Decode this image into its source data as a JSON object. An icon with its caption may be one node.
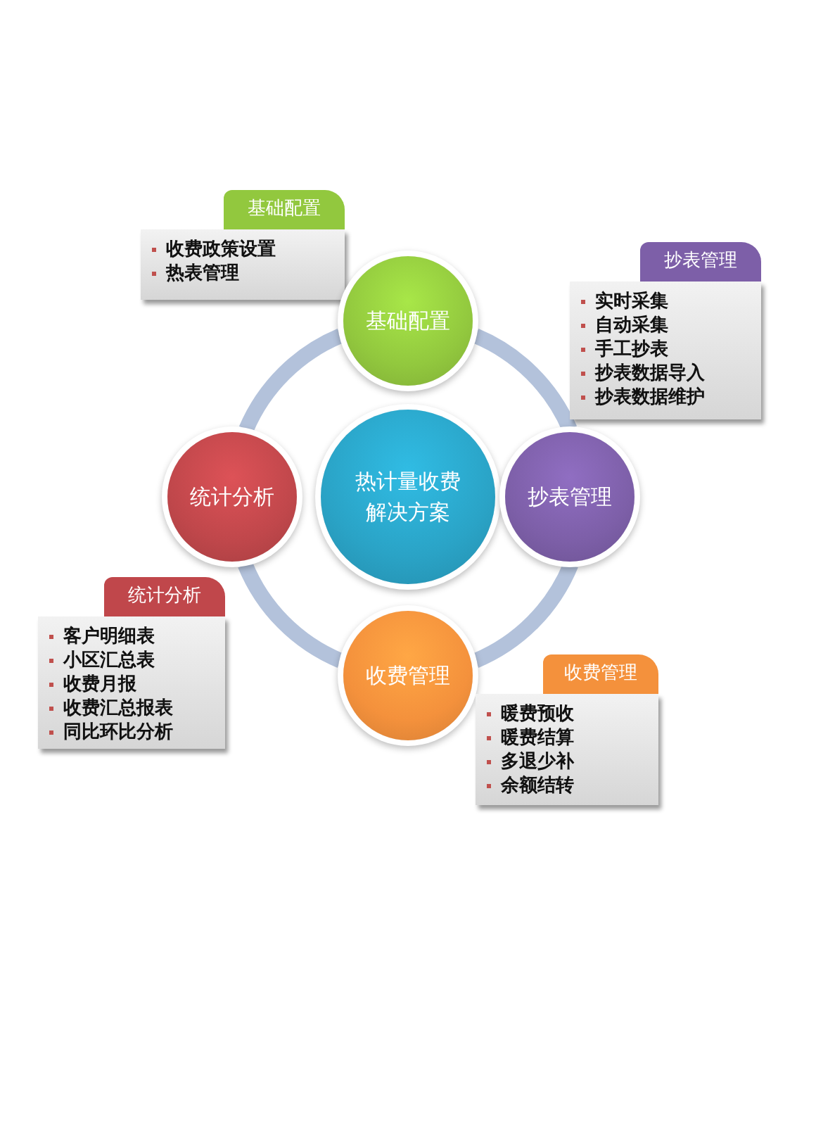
{
  "diagram": {
    "nodes": [
      {
        "text": [
          "基础配置"
        ]
      },
      {
        "text": [
          "收费政策设置",
          "热表管理"
        ]
      },
      {
        "text": [
          "基础配置"
        ]
      },
      {
        "text": [
          "抄表管理"
        ]
      },
      {
        "text": [
          "实时采集",
          "自动采集",
          "手工抄表",
          "抄表数据导入",
          "抄表数据维护"
        ]
      },
      {
        "text": [
          "统计分析"
        ]
      },
      {
        "text": [
          "热计量收费解决方案"
        ]
      },
      {
        "text": [
          "抄表管理"
        ]
      },
      {
        "text": [
          "统计分析"
        ]
      },
      {
        "text": [
          "客户明细表",
          "小区汇总表",
          "收费月报",
          "收费汇总报表",
          "同比环比分析"
        ]
      },
      {
        "text": [
          "收费管理"
        ]
      },
      {
        "text": [
          "收费管理"
        ]
      },
      {
        "text": [
          "暖费预收",
          "暖费结算",
          "多退少补",
          "余额结转"
        ]
      }
    ],
    "edges": [
      {
        "from": 2,
        "to": 7,
        "arrow": "none"
      },
      {
        "from": 7,
        "to": 10,
        "arrow": "none"
      },
      {
        "from": 10,
        "to": 5,
        "arrow": "none"
      },
      {
        "from": 5,
        "to": 2,
        "arrow": "none"
      }
    ]
  }
}
